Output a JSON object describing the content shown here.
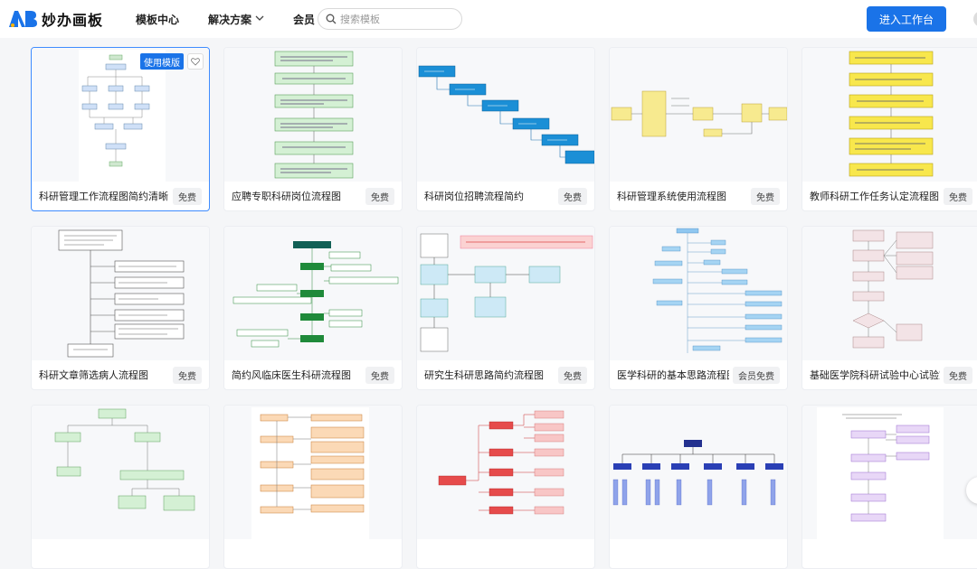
{
  "brand": {
    "logo_text": "妙办画板",
    "accent": "#1a73e8"
  },
  "nav": {
    "templates": "模板中心",
    "solutions": "解决方案",
    "member": "会员"
  },
  "search": {
    "placeholder": "搜索模板"
  },
  "header": {
    "enter_workspace": "进入工作台"
  },
  "hover_actions": {
    "use_template": "使用模版"
  },
  "cards": [
    {
      "title": "科研管理工作流程图简约清晰",
      "badge": "免费"
    },
    {
      "title": "应聘专职科研岗位流程图",
      "badge": "免费"
    },
    {
      "title": "科研岗位招聘流程简约",
      "badge": "免费"
    },
    {
      "title": "科研管理系统使用流程图",
      "badge": "免费"
    },
    {
      "title": "教师科研工作任务认定流程图",
      "badge": "免费"
    },
    {
      "title": "科研文章筛选病人流程图",
      "badge": "免费"
    },
    {
      "title": "简约风临床医生科研流程图",
      "badge": "免费"
    },
    {
      "title": "研究生科研思路简约流程图",
      "badge": "免费"
    },
    {
      "title": "医学科研的基本思路流程图",
      "badge": "会员免费"
    },
    {
      "title": "基础医学院科研试验中心试验室",
      "badge": "免费"
    },
    {
      "title": "",
      "badge": ""
    },
    {
      "title": "",
      "badge": ""
    },
    {
      "title": "",
      "badge": ""
    },
    {
      "title": "",
      "badge": ""
    },
    {
      "title": "",
      "badge": ""
    }
  ]
}
